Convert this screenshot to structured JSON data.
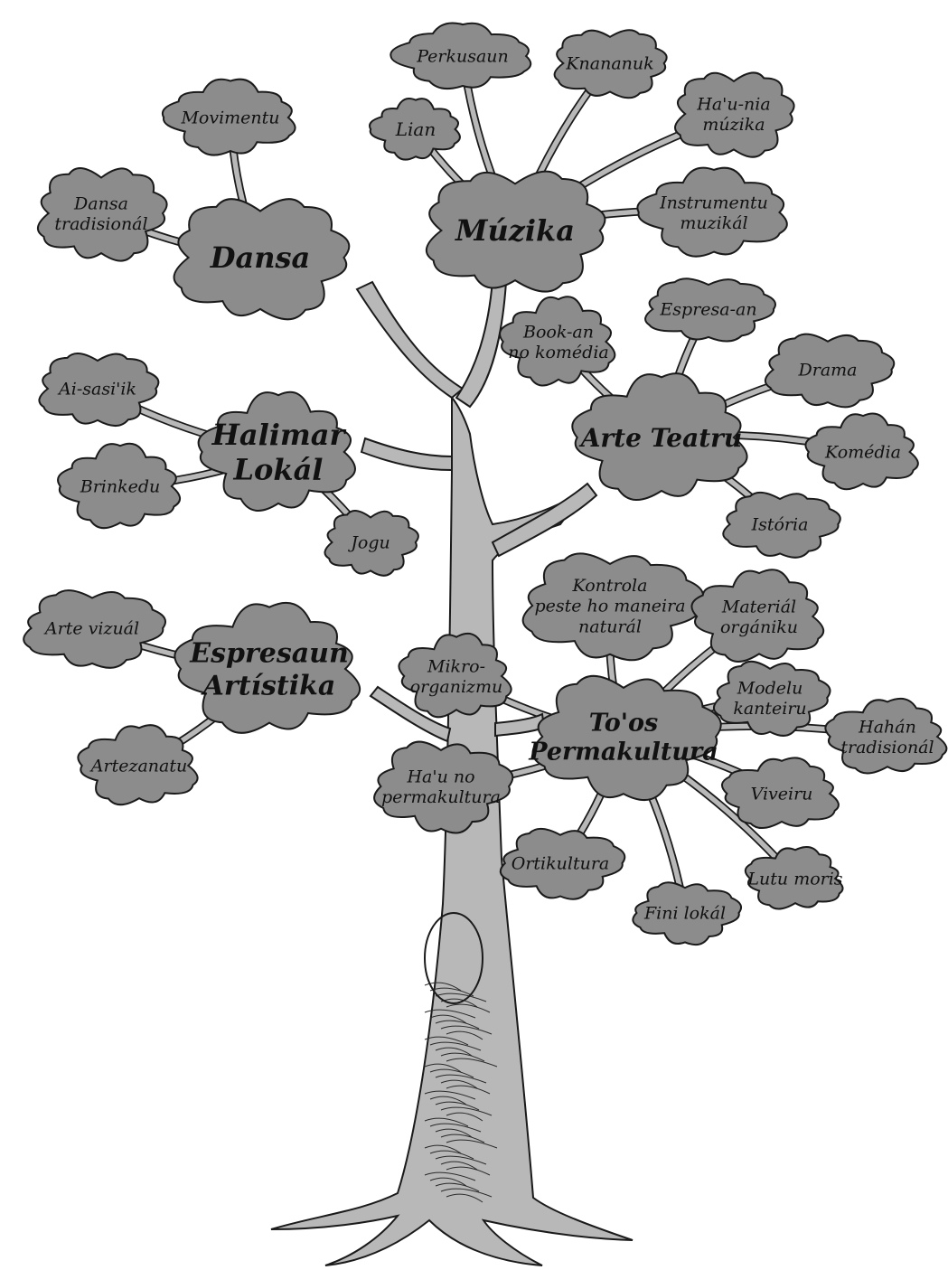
{
  "nodes": {
    "muzika": [
      "Múzika"
    ],
    "perkusaun": [
      "Perkusaun"
    ],
    "knananuk": [
      "Knananuk"
    ],
    "lian": [
      "Lian"
    ],
    "hau_nia_muzika": [
      "Ha'u-nia",
      "múzika"
    ],
    "instrumentu_muzikal": [
      "Instrumentu",
      "muzikál"
    ],
    "dansa": [
      "Dansa"
    ],
    "movimentu": [
      "Movimentu"
    ],
    "dansa_tradisional": [
      "Dansa",
      "tradisionál"
    ],
    "halimar_lokal": [
      "Halimar",
      "Lokál"
    ],
    "ai_sasi_ik": [
      "Ai-sasi'ik"
    ],
    "brinkedu": [
      "Brinkedu"
    ],
    "jogu": [
      "Jogu"
    ],
    "book_an": [
      "Book-an",
      "no komédia"
    ],
    "espresa_an": [
      "Espresa-an"
    ],
    "arte_teatru": [
      "Arte Teatru"
    ],
    "drama": [
      "Drama"
    ],
    "komedia": [
      "Komédia"
    ],
    "istoria": [
      "Istória"
    ],
    "espresaun_artistika": [
      "Espresaun",
      "Artístika"
    ],
    "arte_vizual": [
      "Arte vizuál"
    ],
    "artezanatu": [
      "Artezanatu"
    ],
    "kontrola": [
      "Kontrola",
      "peste ho maneira",
      "naturál"
    ],
    "material_organiku": [
      "Materiál",
      "orgániku"
    ],
    "modelu_kanteiru": [
      "Modelu",
      "kanteiru"
    ],
    "mikro_organizmu": [
      "Mikro-",
      "organizmu"
    ],
    "toos_permakultura": [
      "To'os",
      "Permakultura"
    ],
    "hahan_tradisional": [
      "Hahán",
      "tradisionál"
    ],
    "hau_no_permakultura": [
      "Ha'u no",
      "permakultura"
    ],
    "viveiru": [
      "Viveiru"
    ],
    "ortikultura": [
      "Ortikultura"
    ],
    "lutu_moris": [
      "Lutu moris"
    ],
    "fini_lokal": [
      "Fini lokál"
    ]
  },
  "colors": {
    "cloud_fill": "#8c8c8c",
    "cloud_stroke": "#1a1a1a",
    "trunk_fill": "#b8b8b8",
    "trunk_stroke": "#1a1a1a",
    "text": "#111111",
    "background": "#ffffff"
  }
}
